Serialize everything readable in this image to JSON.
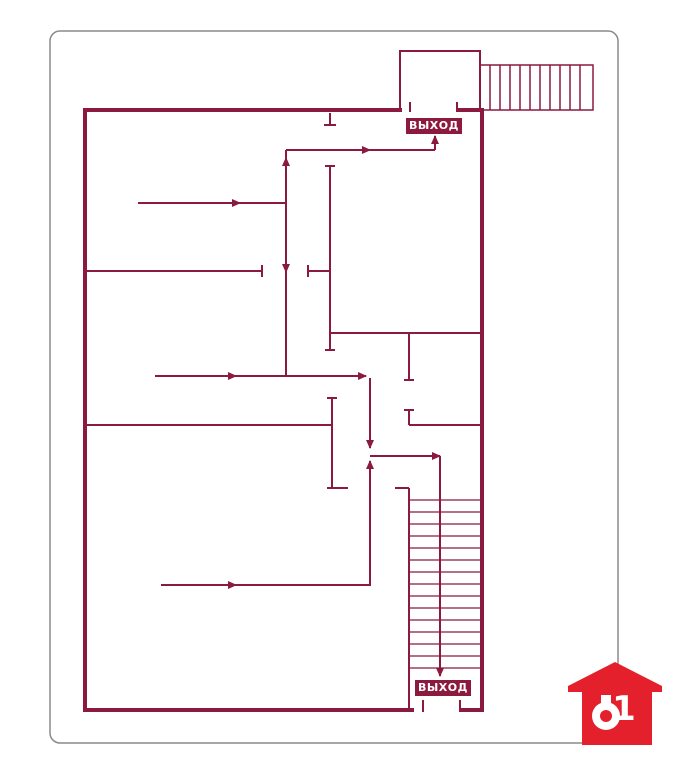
{
  "colors": {
    "wall": "#8b1a3e",
    "outline": "#8a8a8a",
    "logo": "#e4202c"
  },
  "exits": {
    "top_label": "ВЫХОД",
    "bottom_label": "ВЫХОД"
  },
  "logo": {
    "digit": "1",
    "icon": "house-key-icon"
  }
}
